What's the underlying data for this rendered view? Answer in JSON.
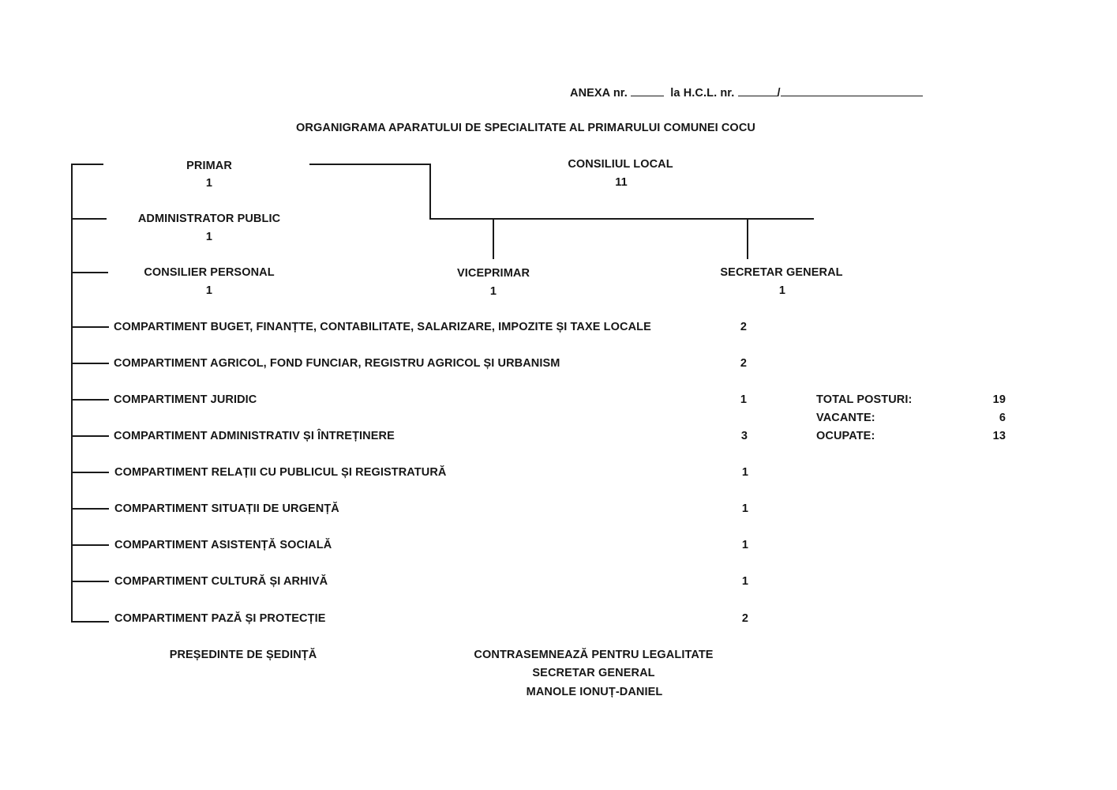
{
  "header": {
    "anexa_label": "ANEXA nr.",
    "hcl_label": "la H.C.L. nr.",
    "slash": "/",
    "title": "ORGANIGRAMA APARATULUI DE SPECIALITATE AL PRIMARULUI COMUNEI COCU"
  },
  "chart": {
    "primar": {
      "label": "PRIMAR",
      "count": "1"
    },
    "consiliu": {
      "label": "CONSILIUL LOCAL",
      "count": "11"
    },
    "administrator": {
      "label": "ADMINISTRATOR PUBLIC",
      "count": "1"
    },
    "consilier": {
      "label": "CONSILIER PERSONAL",
      "count": "1"
    },
    "viceprimar": {
      "label": "VICEPRIMAR",
      "count": "1"
    },
    "secretar": {
      "label": "SECRETAR GENERAL",
      "count": "1"
    }
  },
  "departments": [
    {
      "label": "COMPARTIMENT BUGET, FINANȚTE, CONTABILITATE, SALARIZARE, IMPOZITE ȘI TAXE LOCALE",
      "count": "2"
    },
    {
      "label": "COMPARTIMENT AGRICOL, FOND FUNCIAR, REGISTRU AGRICOL ȘI URBANISM",
      "count": "2"
    },
    {
      "label": "COMPARTIMENT JURIDIC",
      "count": "1"
    },
    {
      "label": "COMPARTIMENT ADMINISTRATIV ȘI ÎNTREȚINERE",
      "count": "3"
    },
    {
      "label": "COMPARTIMENT RELAȚII CU PUBLICUL ȘI REGISTRATURĂ",
      "count": "1"
    },
    {
      "label": "COMPARTIMENT SITUAȚII DE URGENȚĂ",
      "count": "1"
    },
    {
      "label": "COMPARTIMENT ASISTENȚĂ SOCIALĂ",
      "count": "1"
    },
    {
      "label": "COMPARTIMENT CULTURĂ ȘI ARHIVĂ",
      "count": "1"
    },
    {
      "label": "COMPARTIMENT PAZĂ ȘI PROTECȚIE",
      "count": "2"
    }
  ],
  "totals": {
    "total_label": "TOTAL POSTURI:",
    "total_value": "19",
    "vacante_label": "VACANTE:",
    "vacante_value": "6",
    "ocupate_label": "OCUPATE:",
    "ocupate_value": "13"
  },
  "footer": {
    "presedinte": "PREȘEDINTE DE ȘEDINȚĂ",
    "contrasemneaza": "CONTRASEMNEAZĂ PENTRU LEGALITATE",
    "secretar_title": "SECRETAR GENERAL",
    "secretar_name": "MANOLE IONUȚ-DANIEL"
  }
}
